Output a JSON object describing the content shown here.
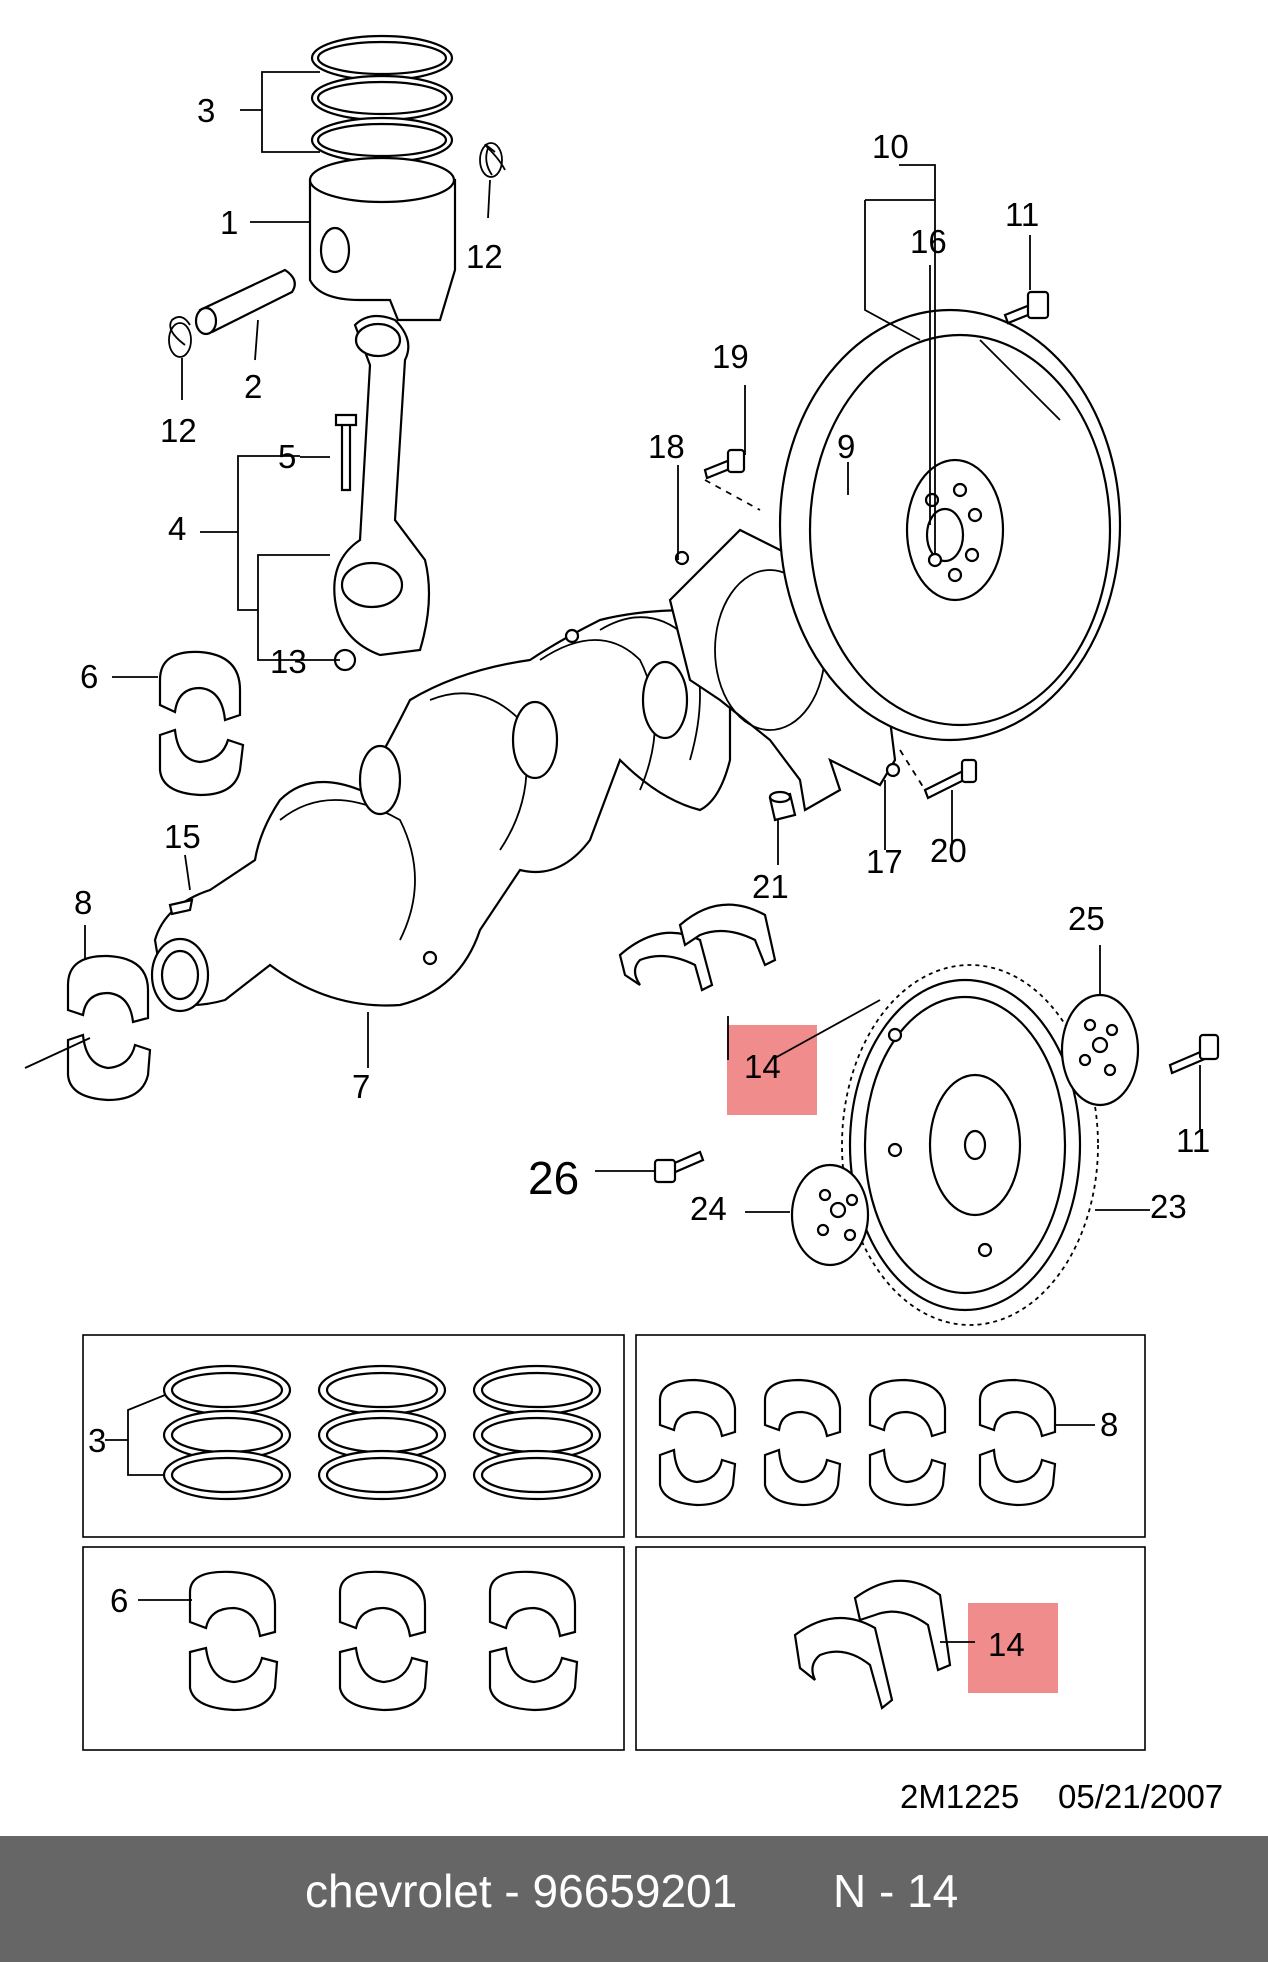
{
  "callouts": {
    "c1": "1",
    "c2": "2",
    "c3": "3",
    "c4": "4",
    "c5": "5",
    "c6": "6",
    "c7": "7",
    "c8": "8",
    "c9": "9",
    "c10": "10",
    "c11": "11",
    "c12": "12",
    "c13": "13",
    "c14": "14",
    "c15": "15",
    "c16": "16",
    "c17": "17",
    "c18": "18",
    "c19": "19",
    "c20": "20",
    "c21": "21",
    "c23": "23",
    "c24": "24",
    "c25": "25",
    "c26": "26"
  },
  "highlight_color": "#f08080",
  "footer_bar_color": "#666666",
  "doc_code": "2M1225",
  "doc_date": "05/21/2007",
  "footer": {
    "text": "chevrolet - 96659201",
    "tag": "N - 14"
  }
}
